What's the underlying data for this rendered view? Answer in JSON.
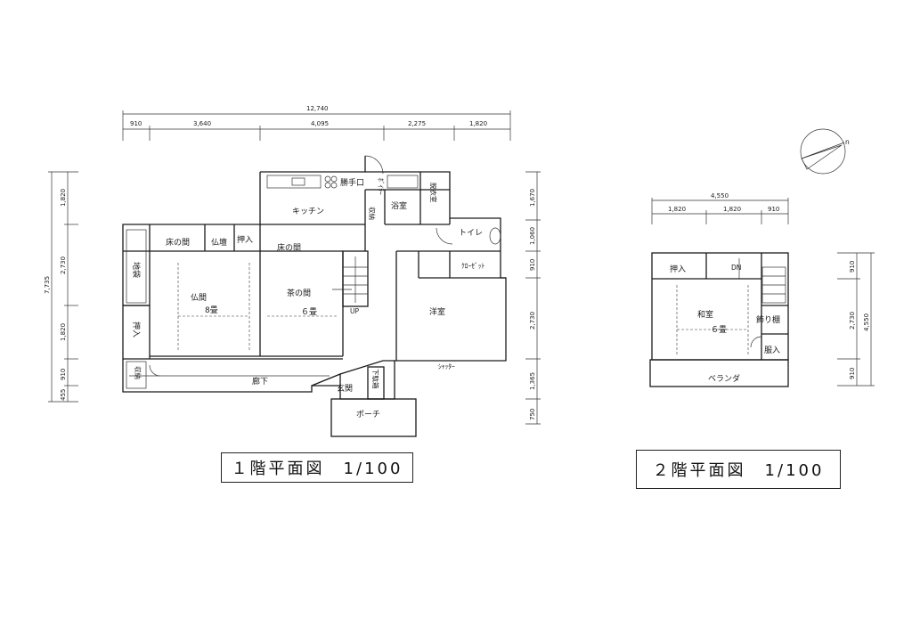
{
  "titles": {
    "floor1": "１階平面図　1/100",
    "floor2": "２階平面図　1/100"
  },
  "floor1": {
    "dims_top_total": "12,740",
    "dims_top": [
      "910",
      "3,640",
      "4,095",
      "2,275",
      "1,820"
    ],
    "dims_left_total": "7,735",
    "dims_left": [
      "1,820",
      "2,730",
      "1,820",
      "910",
      "455"
    ],
    "dims_right": [
      "1,670",
      "1,060",
      "910",
      "2,730",
      "1,365",
      "750"
    ],
    "rooms": {
      "kitchen": "キッチン",
      "back_door": "勝手口",
      "boiler": "ﾎﾞｲﾗｰ",
      "bath": "浴室",
      "dressing": "脱衣室",
      "storage_kitchen": "収納",
      "toilet": "トイレ",
      "closet": "ｸﾛｰｾﾞｯﾄ",
      "western": "洋室",
      "shutter": "ｼｬｯﾀｰ",
      "tokonoma1": "床の間",
      "butsudan": "仏壇",
      "oshiire_top": "押入",
      "tokonoma2": "床の間",
      "jibukuro": "地袋",
      "butsuma": "仏間",
      "butsuma_size": "8畳",
      "chanoma": "茶の間",
      "chanoma_size": "６畳",
      "oshiire_left": "押入",
      "storage_left": "収納",
      "corridor": "廊下",
      "up": "UP",
      "genkan": "玄関",
      "shoe_box": "下駄箱",
      "porch": "ポーチ"
    }
  },
  "floor2": {
    "dims_top_total": "4,550",
    "dims_top": [
      "1,820",
      "1,820",
      "910"
    ],
    "dims_right": [
      "910",
      "2,730",
      "910"
    ],
    "dims_right_total": "4,550",
    "rooms": {
      "oshiire": "押入",
      "dn": "DN",
      "washitsu": "和室",
      "washitsu_size": "６畳",
      "kazaridana": "飾り棚",
      "fukuire": "服入",
      "veranda": "ベランダ"
    }
  }
}
